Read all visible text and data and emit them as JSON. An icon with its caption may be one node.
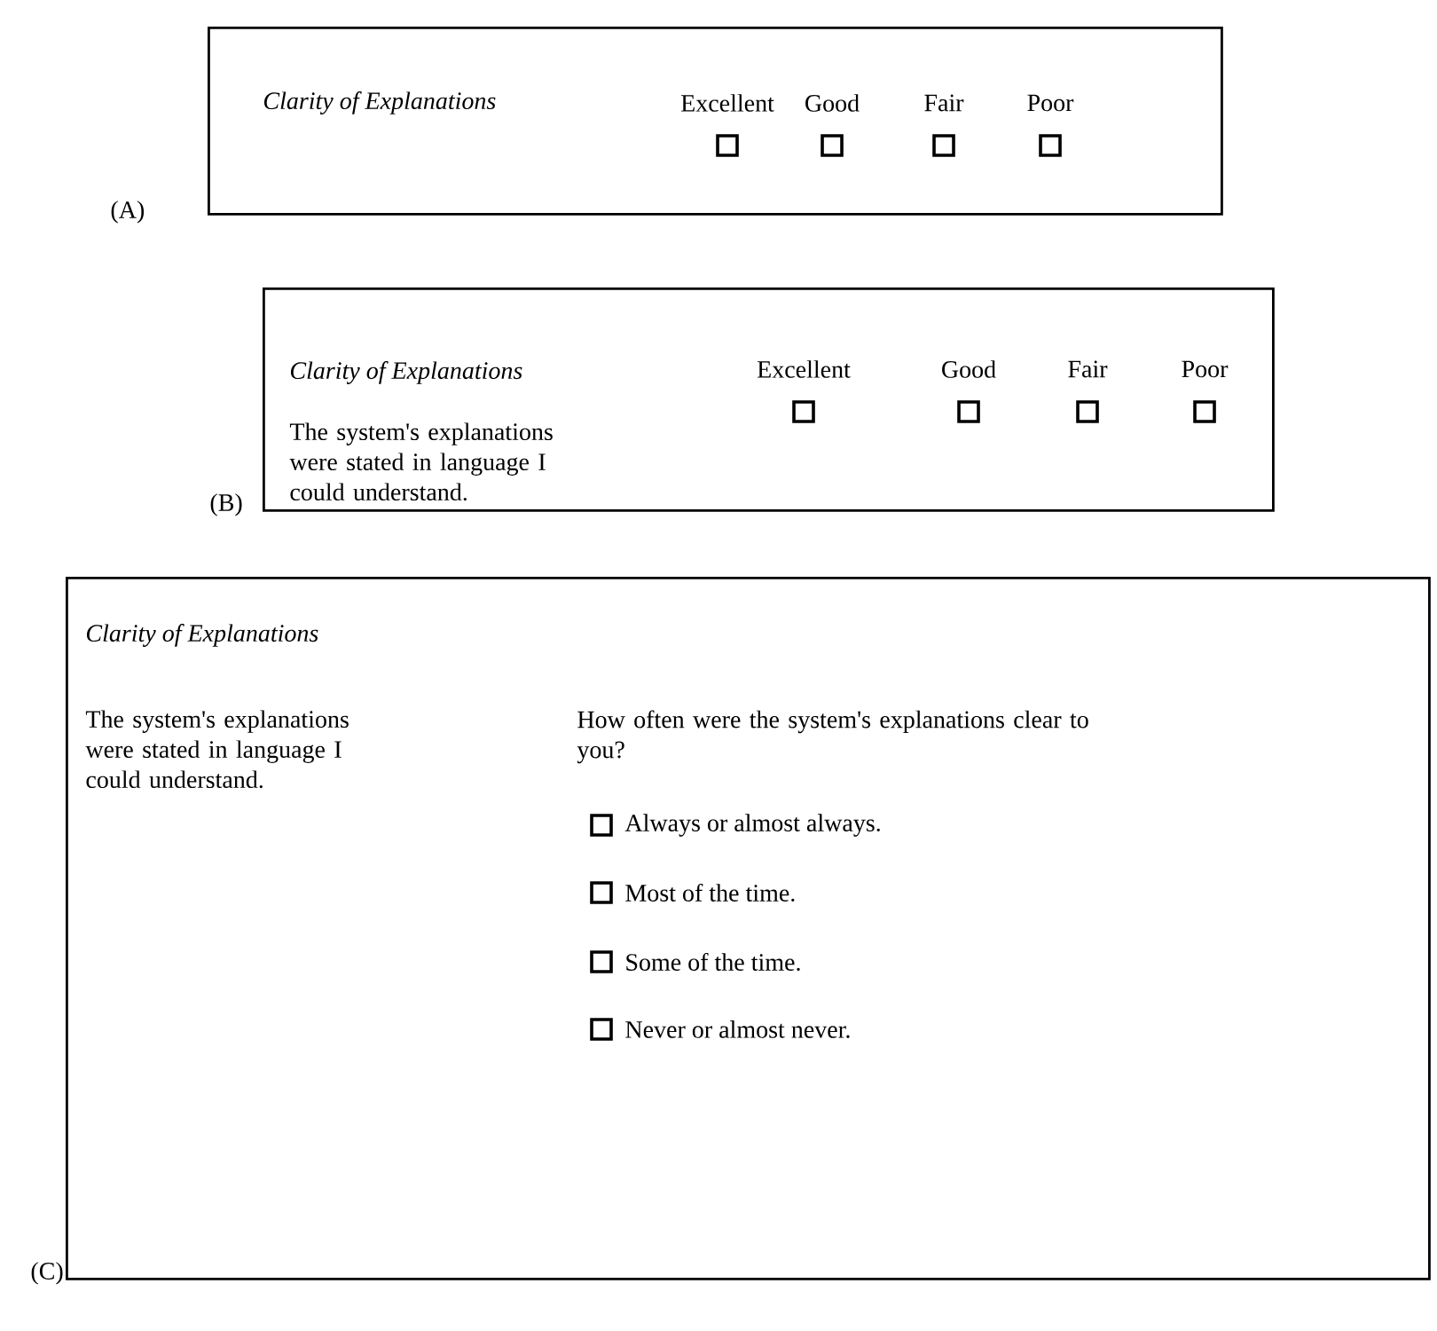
{
  "diagram": {
    "nodes": [
      {
        "text": [
          "Clarity of Explanations",
          "Excellent",
          "Good",
          "Fair",
          "Poor"
        ],
        "beside": [
          "(A)"
        ]
      },
      {
        "text": [
          "Clarity of Explanations",
          "The system's explanations were stated in language I could understand.",
          "Excellent",
          "Good",
          "Fair",
          "Poor"
        ],
        "beside": [
          "(B)"
        ]
      },
      {
        "text": [
          "Clarity of Explanations",
          "The system's explanations were stated in language I could understand.",
          "How often were the system's explanations clear to you?",
          "Always or almost always.",
          "Most of the time.",
          "Some of the time.",
          "Never or almost never."
        ],
        "beside": [
          "(C)"
        ]
      }
    ]
  }
}
